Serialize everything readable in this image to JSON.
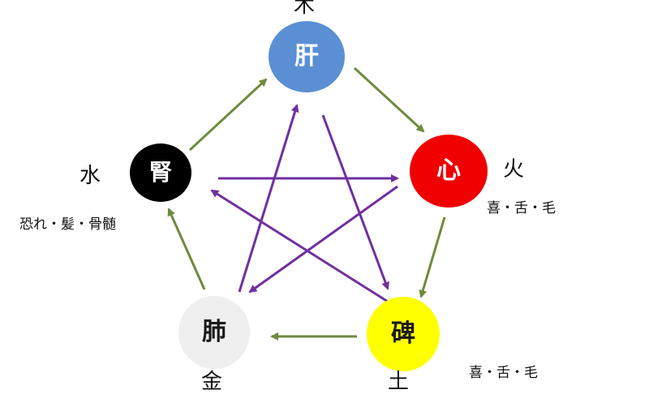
{
  "colors": {
    "generating_arrow": "#6e8b3d",
    "controlling_arrow": "#7030a0",
    "liver": "#5b8fd4",
    "heart": "#f00000",
    "spleen": "#ffff00",
    "lung": "#efefef",
    "kidney": "#000000"
  },
  "nodes": {
    "liver": {
      "organ": "肝",
      "element": "木"
    },
    "heart": {
      "organ": "心",
      "element": "火",
      "association": "喜・舌・毛"
    },
    "spleen": {
      "organ": "碑",
      "element": "土",
      "association": "喜・舌・毛"
    },
    "lung": {
      "organ": "肺",
      "element": "金"
    },
    "kidney": {
      "organ": "腎",
      "element": "水",
      "association": "恐れ・髪・骨髄"
    }
  }
}
